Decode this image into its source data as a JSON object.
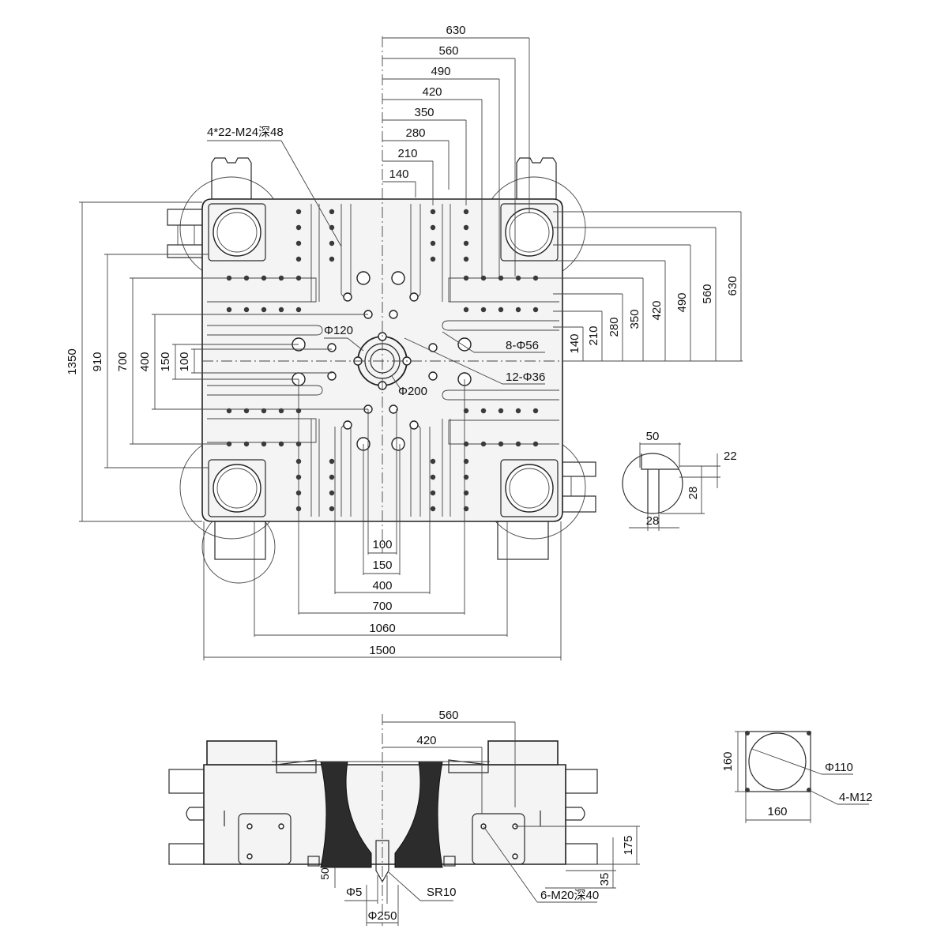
{
  "top_view": {
    "h_dims_top": [
      "630",
      "560",
      "490",
      "420",
      "350",
      "280",
      "210",
      "140"
    ],
    "v_dims_right": [
      "630",
      "560",
      "490",
      "420",
      "350",
      "280",
      "210",
      "140"
    ],
    "v_dims_left": [
      "1350",
      "910",
      "700",
      "400",
      "150",
      "100"
    ],
    "h_dims_bottom": [
      "100",
      "150",
      "400",
      "700",
      "1060",
      "1500"
    ],
    "labels": {
      "tapped_holes": "4*22-M24深48",
      "center_ring": "Φ120",
      "platen_ring": "Φ200",
      "holes_large": "8-Φ56",
      "holes_small": "12-Φ36"
    }
  },
  "t_slot_detail": {
    "width_top": "50",
    "depth_small": "22",
    "depth": "28",
    "width_bottom": "28"
  },
  "side_view": {
    "dims_top": [
      "560",
      "420"
    ],
    "dims_right": [
      "175",
      "35"
    ],
    "labels": {
      "small_50": "50",
      "phi5": "Φ5",
      "sr10": "SR10",
      "phi250": "Φ250",
      "threads": "6-M20深40"
    }
  },
  "flange_detail": {
    "height": "160",
    "width": "160",
    "diameter": "Φ110",
    "screws": "4-M12"
  }
}
